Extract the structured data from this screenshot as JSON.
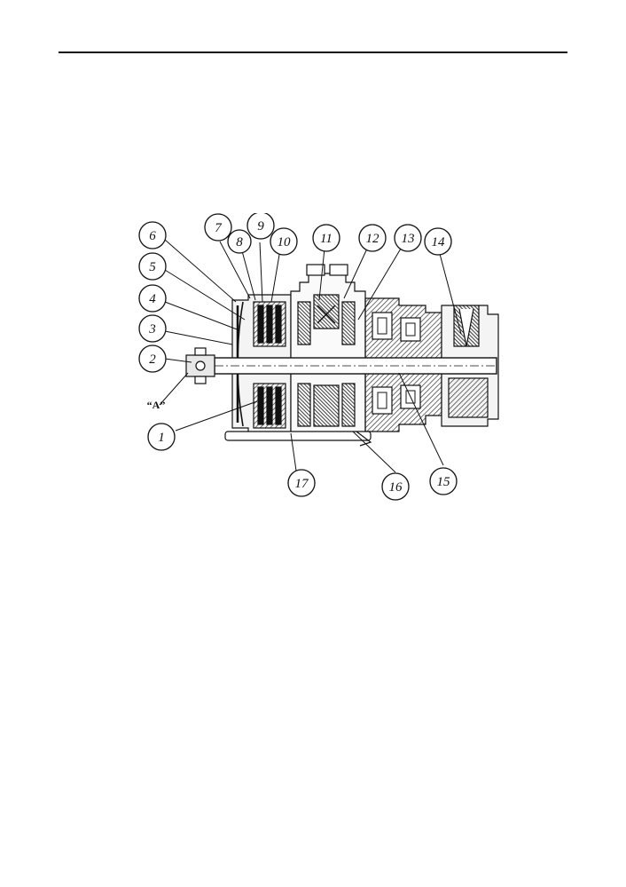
{
  "figure": {
    "callouts": [
      {
        "label": "1"
      },
      {
        "label": "2"
      },
      {
        "label": "3"
      },
      {
        "label": "4"
      },
      {
        "label": "5"
      },
      {
        "label": "6"
      },
      {
        "label": "7"
      },
      {
        "label": "8"
      },
      {
        "label": "9"
      },
      {
        "label": "10"
      },
      {
        "label": "11"
      },
      {
        "label": "12"
      },
      {
        "label": "13"
      },
      {
        "label": "14"
      },
      {
        "label": "15"
      },
      {
        "label": "16"
      },
      {
        "label": "17"
      }
    ],
    "view_label": "“A”"
  },
  "colors": {
    "ink": "#111111",
    "paper": "#ffffff",
    "hatch": "#444444"
  }
}
